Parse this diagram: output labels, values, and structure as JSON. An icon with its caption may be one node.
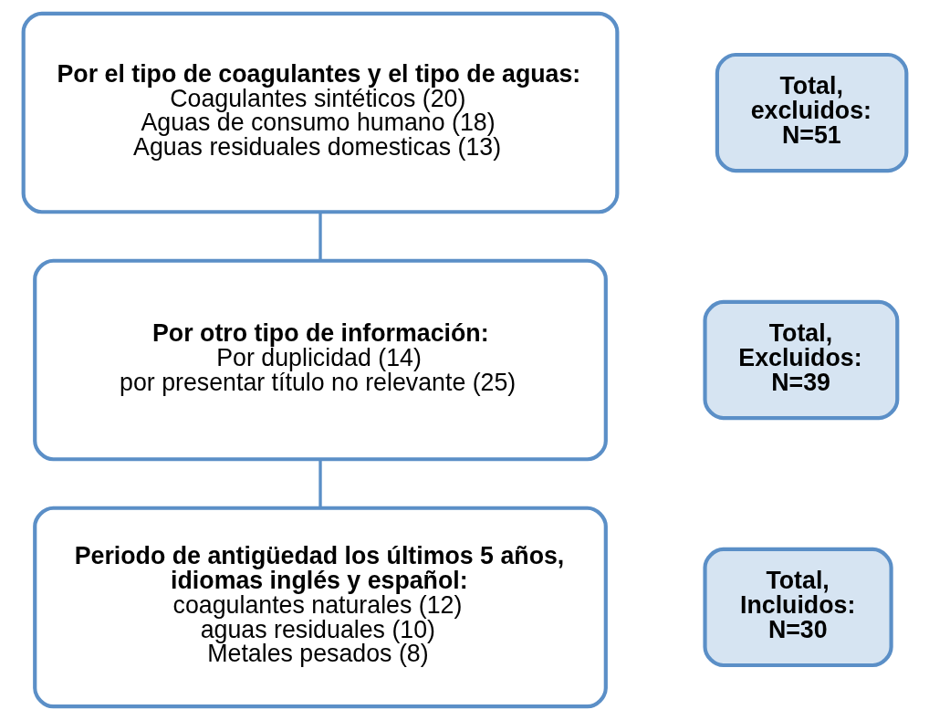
{
  "diagram": {
    "nodes": [
      {
        "text": [
          "Por el tipo de coagulantes y el tipo de aguas:",
          "Coagulantes sintéticos (20)",
          "Aguas de consumo humano (18)",
          "Aguas residuales domesticas (13)"
        ]
      },
      {
        "text": [
          "Total, excluidos: N=51"
        ]
      },
      {
        "text": [
          "Por otro tipo de información:",
          "Por duplicidad (14)",
          "por presentar título no relevante (25)"
        ]
      },
      {
        "text": [
          "Total, Excluidos: N=39"
        ]
      },
      {
        "text": [
          "Periodo de antigüedad los últimos 5 años, idiomas inglés y español:",
          "coagulantes naturales (12)",
          "aguas residuales (10)",
          "Metales pesados (8)"
        ]
      },
      {
        "text": [
          "Total, Incluidos: N=30"
        ]
      }
    ],
    "edges": [
      {
        "from": 0,
        "to": 2,
        "arrow": "none"
      },
      {
        "from": 2,
        "to": 4,
        "arrow": "none"
      }
    ]
  }
}
